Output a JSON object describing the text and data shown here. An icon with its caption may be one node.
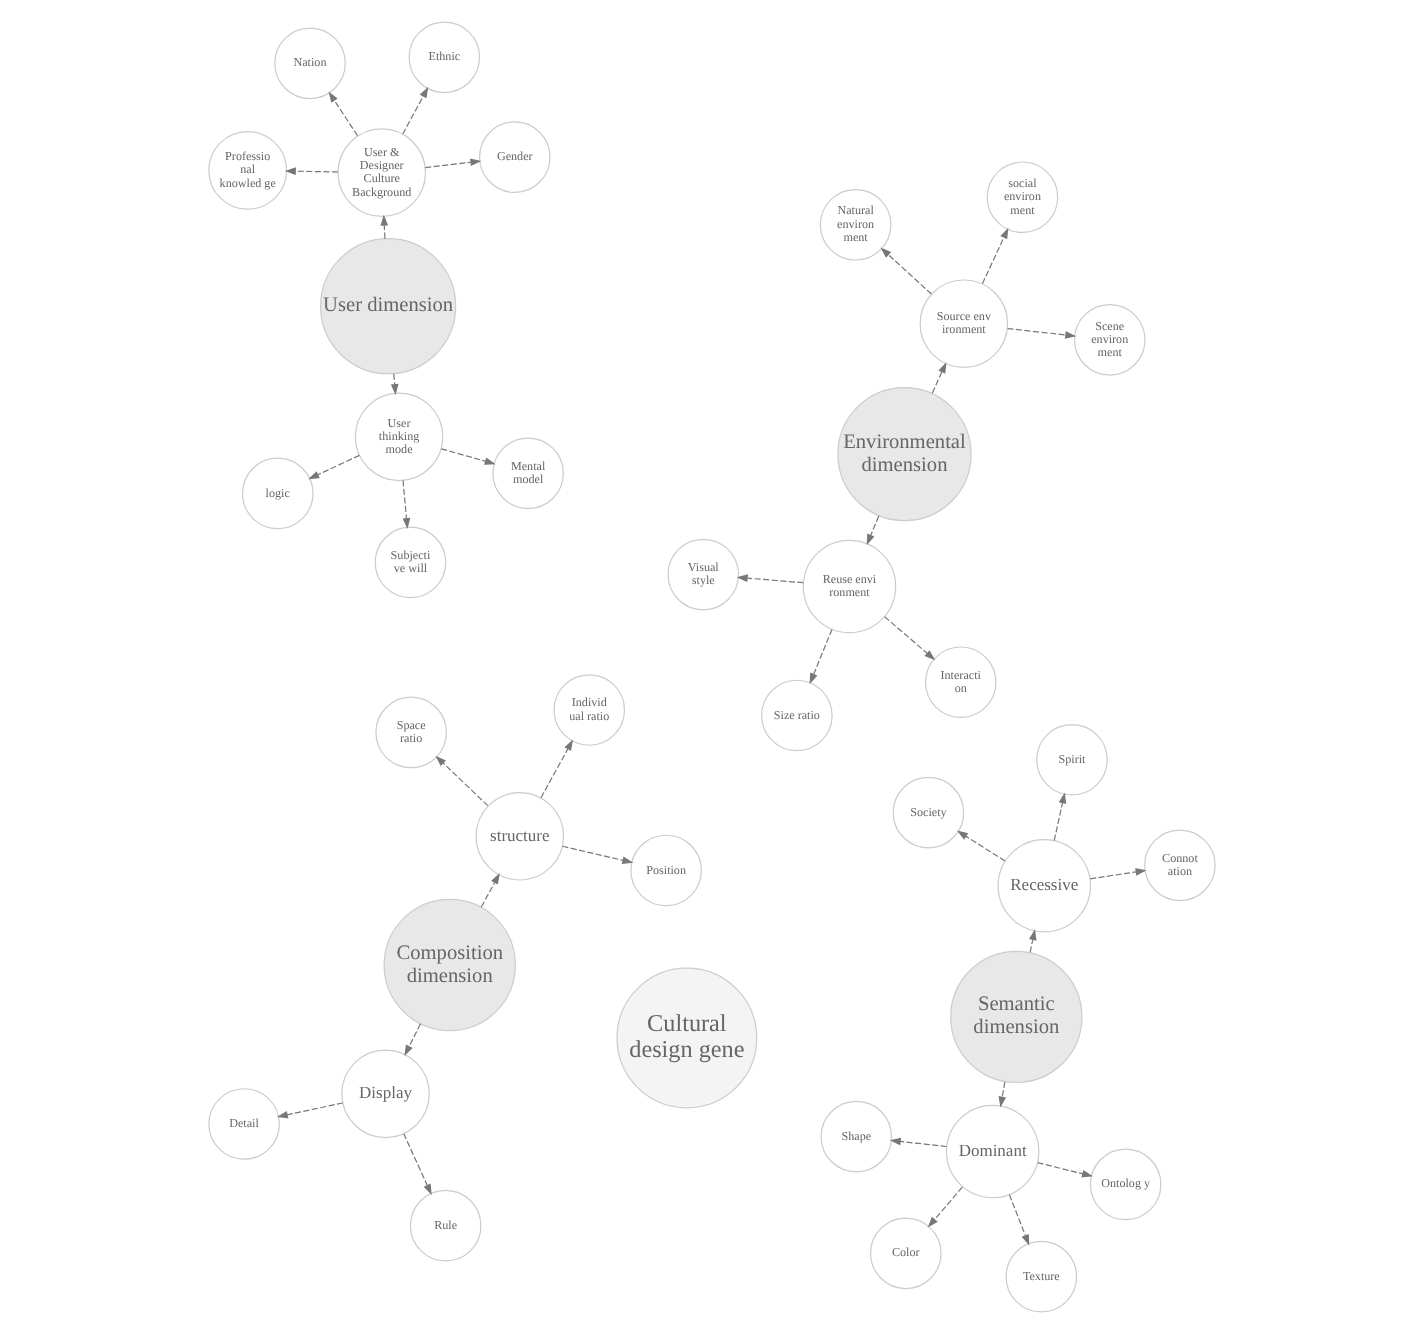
{
  "diagram": {
    "nodes": [
      {
        "text": [
          "Cultural design gene"
        ]
      },
      {
        "text": [
          "Semantic dimension"
        ]
      },
      {
        "text": [
          "Composition dimension"
        ]
      },
      {
        "text": [
          "User dimension"
        ]
      },
      {
        "text": [
          "Environmental dimension"
        ]
      },
      {
        "text": [
          "Recessive"
        ]
      },
      {
        "text": [
          "Connot ation"
        ]
      },
      {
        "text": [
          "Society"
        ]
      },
      {
        "text": [
          "Spirit"
        ]
      },
      {
        "text": [
          "Dominant"
        ]
      },
      {
        "text": [
          "Shape"
        ]
      },
      {
        "text": [
          "Ontolog y"
        ]
      },
      {
        "text": [
          "Color"
        ]
      },
      {
        "text": [
          "Texture"
        ]
      },
      {
        "text": [
          "structure"
        ]
      },
      {
        "text": [
          "Position"
        ]
      },
      {
        "text": [
          "Space ratio"
        ]
      },
      {
        "text": [
          "Individ ual ratio"
        ]
      },
      {
        "text": [
          "Display"
        ]
      },
      {
        "text": [
          "Detail"
        ]
      },
      {
        "text": [
          "Rule"
        ]
      },
      {
        "text": [
          "User & Designer Culture Background"
        ]
      },
      {
        "text": [
          "Gender"
        ]
      },
      {
        "text": [
          "Nation"
        ]
      },
      {
        "text": [
          "Ethnic"
        ]
      },
      {
        "text": [
          "Professio nal knowled ge"
        ]
      },
      {
        "text": [
          "User thinking mode"
        ]
      },
      {
        "text": [
          "Mental model"
        ]
      },
      {
        "text": [
          "Subjecti ve will"
        ]
      },
      {
        "text": [
          "logic"
        ]
      },
      {
        "text": [
          "Source environment"
        ]
      },
      {
        "text": [
          "Scene environ ment"
        ]
      },
      {
        "text": [
          "Natural environ ment"
        ]
      },
      {
        "text": [
          "social environ ment"
        ]
      },
      {
        "text": [
          "Reuse environment"
        ]
      },
      {
        "text": [
          "Visual style"
        ]
      },
      {
        "text": [
          "Interacti on"
        ]
      },
      {
        "text": [
          "Size ratio"
        ]
      }
    ],
    "edges": [
      {
        "from": 1,
        "to": 5,
        "arrow": "to",
        "style": "dashed"
      },
      {
        "from": 5,
        "to": 6,
        "arrow": "to",
        "style": "dashed"
      },
      {
        "from": 5,
        "to": 7,
        "arrow": "to",
        "style": "dashed"
      },
      {
        "from": 5,
        "to": 8,
        "arrow": "to",
        "style": "dashed"
      },
      {
        "from": 1,
        "to": 9,
        "arrow": "to",
        "style": "dashed"
      },
      {
        "from": 9,
        "to": 10,
        "arrow": "to",
        "style": "dashed"
      },
      {
        "from": 9,
        "to": 11,
        "arrow": "to",
        "style": "dashed"
      },
      {
        "from": 9,
        "to": 12,
        "arrow": "to",
        "style": "dashed"
      },
      {
        "from": 9,
        "to": 13,
        "arrow": "to",
        "style": "dashed"
      },
      {
        "from": 2,
        "to": 14,
        "arrow": "to",
        "style": "dashed"
      },
      {
        "from": 14,
        "to": 15,
        "arrow": "to",
        "style": "dashed"
      },
      {
        "from": 14,
        "to": 16,
        "arrow": "to",
        "style": "dashed"
      },
      {
        "from": 14,
        "to": 17,
        "arrow": "to",
        "style": "dashed"
      },
      {
        "from": 2,
        "to": 18,
        "arrow": "to",
        "style": "dashed"
      },
      {
        "from": 18,
        "to": 19,
        "arrow": "to",
        "style": "dashed"
      },
      {
        "from": 18,
        "to": 20,
        "arrow": "to",
        "style": "dashed"
      },
      {
        "from": 3,
        "to": 21,
        "arrow": "to",
        "style": "dashed"
      },
      {
        "from": 21,
        "to": 22,
        "arrow": "to",
        "style": "dashed"
      },
      {
        "from": 21,
        "to": 23,
        "arrow": "to",
        "style": "dashed"
      },
      {
        "from": 21,
        "to": 24,
        "arrow": "to",
        "style": "dashed"
      },
      {
        "from": 21,
        "to": 25,
        "arrow": "to",
        "style": "dashed"
      },
      {
        "from": 3,
        "to": 26,
        "arrow": "to",
        "style": "dashed"
      },
      {
        "from": 26,
        "to": 27,
        "arrow": "to",
        "style": "dashed"
      },
      {
        "from": 26,
        "to": 28,
        "arrow": "to",
        "style": "dashed"
      },
      {
        "from": 26,
        "to": 29,
        "arrow": "to",
        "style": "dashed"
      },
      {
        "from": 4,
        "to": 30,
        "arrow": "to",
        "style": "dashed"
      },
      {
        "from": 30,
        "to": 31,
        "arrow": "to",
        "style": "dashed"
      },
      {
        "from": 30,
        "to": 32,
        "arrow": "to",
        "style": "dashed"
      },
      {
        "from": 30,
        "to": 33,
        "arrow": "to",
        "style": "dashed"
      },
      {
        "from": 4,
        "to": 34,
        "arrow": "to",
        "style": "dashed"
      },
      {
        "from": 34,
        "to": 35,
        "arrow": "to",
        "style": "dashed"
      },
      {
        "from": 34,
        "to": 36,
        "arrow": "to",
        "style": "dashed"
      },
      {
        "from": 34,
        "to": 37,
        "arrow": "to",
        "style": "dashed"
      }
    ]
  }
}
